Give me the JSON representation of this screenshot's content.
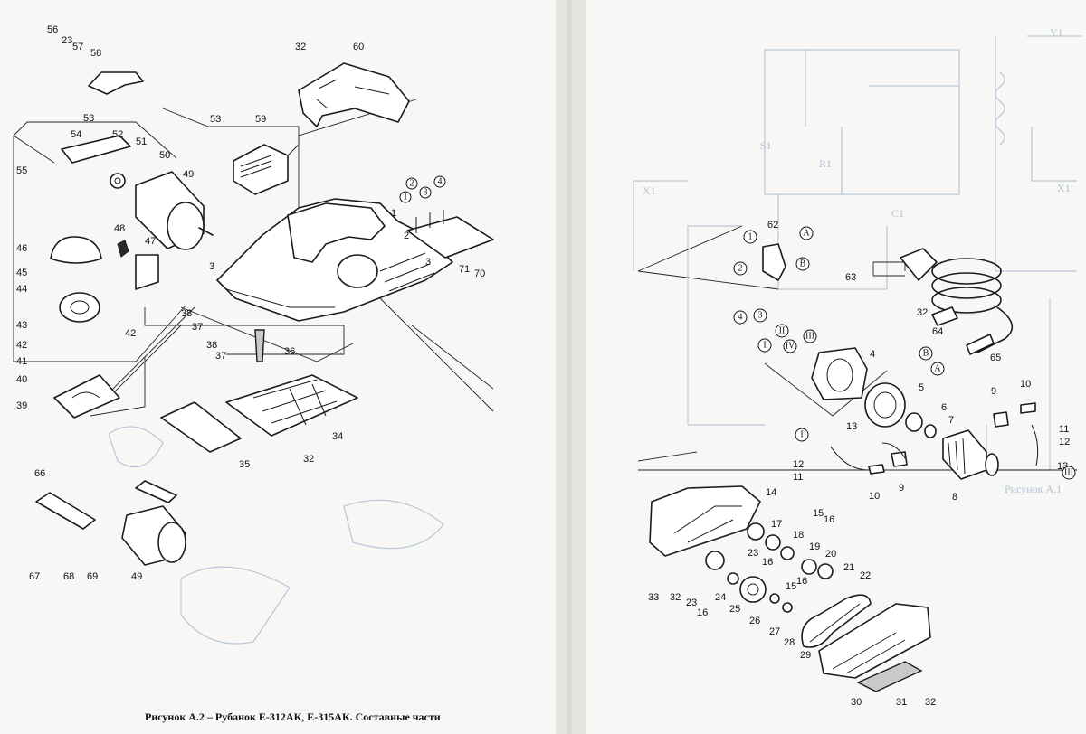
{
  "caption": "Рисунок А.2 – Рубанок Е-312АК, Е-315АК. Составные части",
  "left_page": {
    "labels": {
      "p56": "56",
      "p23a": "23",
      "p57": "57",
      "p58": "58",
      "p32a": "32",
      "p60": "60",
      "p53a": "53",
      "p54": "54",
      "p52": "52",
      "p51": "51",
      "p55": "55",
      "p50": "50",
      "p49a": "49",
      "p53b": "53",
      "p59": "59",
      "p1": "1",
      "p2": "2",
      "p3a": "3",
      "p3b": "3",
      "p71": "71",
      "p70": "70",
      "p46": "46",
      "p48": "48",
      "p47": "47",
      "p45": "45",
      "p44": "44",
      "p43": "43",
      "p42a": "42",
      "p42b": "42",
      "p41": "41",
      "p40": "40",
      "p39": "39",
      "p38a": "38",
      "p37a": "37",
      "p38b": "38",
      "p37b": "37",
      "p36": "36",
      "p35": "35",
      "p34": "34",
      "p32b": "32",
      "p66": "66",
      "p67": "67",
      "p68": "68",
      "p69": "69",
      "p49b": "49"
    },
    "circles": {
      "c1": "1",
      "c2": "2",
      "c3": "3",
      "c4": "4"
    }
  },
  "right_page": {
    "labels": {
      "p62": "62",
      "p63": "63",
      "p32c": "32",
      "p64": "64",
      "p65": "65",
      "p4": "4",
      "p5": "5",
      "p6": "6",
      "p7": "7",
      "p8": "8",
      "p9a": "9",
      "p10a": "10",
      "p11a": "11",
      "p12a": "12",
      "p13a": "13",
      "p13b": "13",
      "p12b": "12",
      "p11b": "11",
      "p10b": "10",
      "p9b": "9",
      "p14": "14",
      "p15a": "15",
      "p16a": "16",
      "p17": "17",
      "p18": "18",
      "p19": "19",
      "p20": "20",
      "p21": "21",
      "p22": "22",
      "p23b": "23",
      "p16b": "16",
      "p15b": "15",
      "p16c": "16",
      "p33": "33",
      "p32d": "32",
      "p23c": "23",
      "p16d": "16",
      "p24": "24",
      "p25": "25",
      "p26": "26",
      "p27": "27",
      "p28": "28",
      "p29": "29",
      "p30": "30",
      "p31": "31",
      "p32e": "32"
    },
    "circles": {
      "c1": "1",
      "c2": "2",
      "cA1": "A",
      "cB1": "B",
      "c4": "4",
      "c3": "3",
      "cII": "II",
      "cIII": "III",
      "cI": "I",
      "cIV": "IV",
      "cB2": "B",
      "cA2": "A",
      "cI2": "I",
      "cIII2": "III"
    }
  }
}
